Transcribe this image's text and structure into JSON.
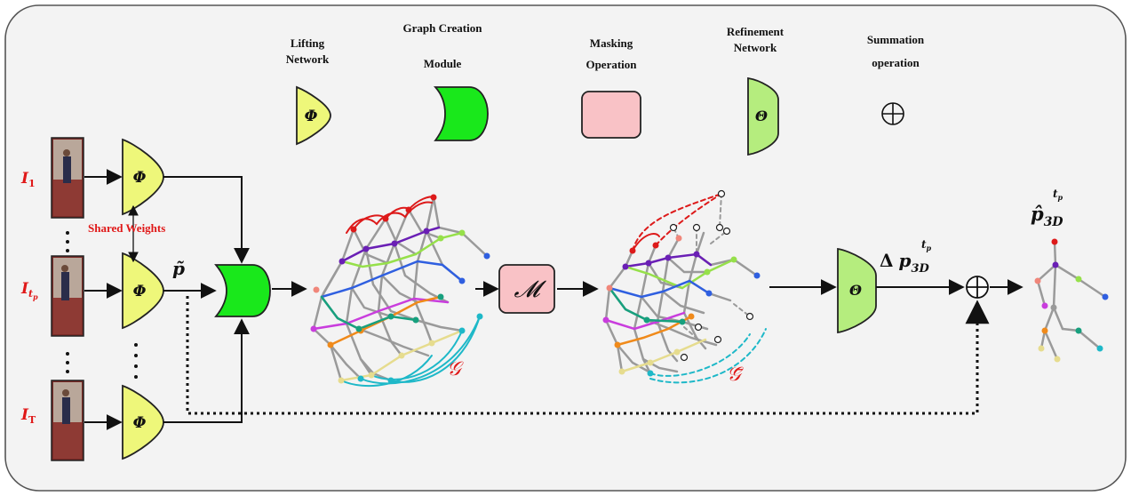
{
  "legend": {
    "lifting_network": [
      "Lifting",
      "Network"
    ],
    "graph_creation_module": [
      "Graph Creation",
      "Module"
    ],
    "masking_operation": [
      "Masking",
      "Operation"
    ],
    "refinement_network": [
      "Refinement",
      "Network"
    ],
    "summation_operation": [
      "Summation",
      "operation"
    ]
  },
  "symbols": {
    "phi": "Φ",
    "theta": "Θ",
    "mask": "𝓜",
    "oplus": "⊕",
    "shared_weights": "Shared Weights"
  },
  "inputs": [
    {
      "base": "I",
      "sub": "1"
    },
    {
      "base": "I",
      "sub": "t",
      "subsub": "p"
    },
    {
      "base": "I",
      "sub": "T"
    }
  ],
  "math": {
    "p_tilde": "p̃",
    "graph_g": "𝒢",
    "graph_g_bar": "𝒢̄",
    "delta_p": {
      "delta": "Δ",
      "p": "p",
      "sub": "3D",
      "sup": "t",
      "supsub": "p"
    },
    "p_hat": {
      "p": "p̂",
      "sub": "3D",
      "sup": "t",
      "supsub": "p"
    }
  },
  "colors": {
    "lifting_fill": "#eef77a",
    "graph_module_fill": "#19e81b",
    "mask_fill": "#f9c2c6",
    "refinement_fill": "#b5ed7e",
    "label_red": "#e01818"
  }
}
